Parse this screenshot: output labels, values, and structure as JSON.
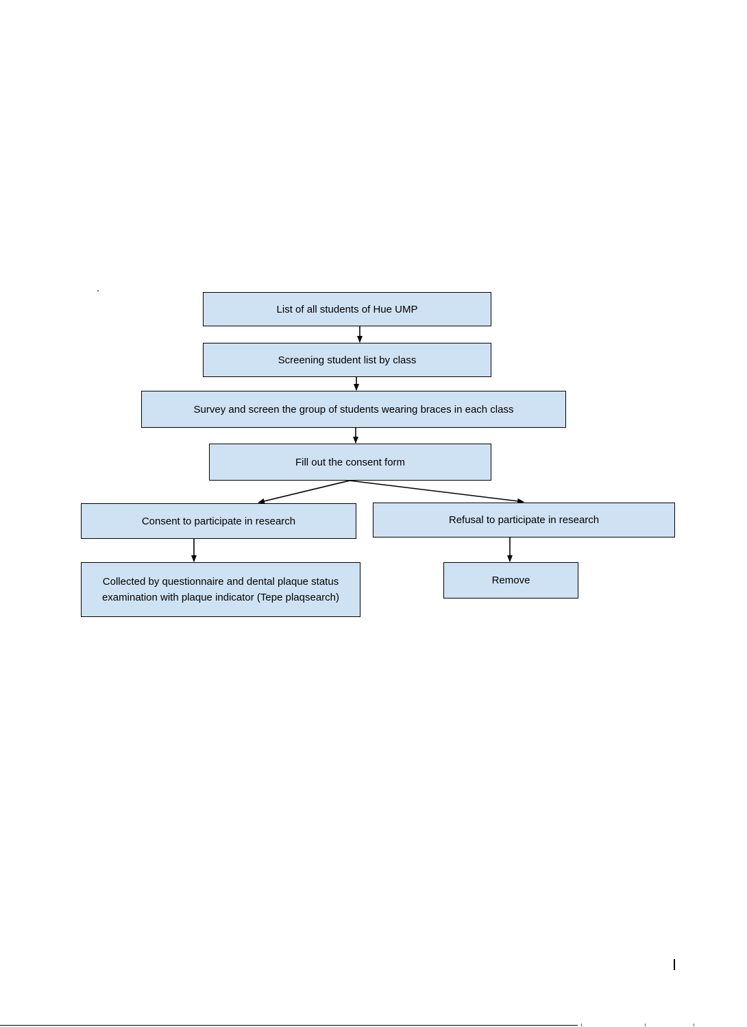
{
  "flowchart": {
    "colors": {
      "box_fill": "#cfe2f3",
      "box_border": "#000000",
      "arrow": "#000000"
    },
    "nodes": {
      "list_all": "List of all students of Hue UMP",
      "screening": "Screening student list by class",
      "survey": "Survey and screen the group of students wearing braces in each class",
      "consent_form": "Fill out the consent form",
      "consent": "Consent to participate in research",
      "refusal": "Refusal to participate in research",
      "collected": "Collected by questionnaire and dental plaque status examination with plaque indicator (Tepe plaqsearch)",
      "remove": "Remove"
    },
    "edges": [
      {
        "from": "list_all",
        "to": "screening"
      },
      {
        "from": "screening",
        "to": "survey"
      },
      {
        "from": "survey",
        "to": "consent_form"
      },
      {
        "from": "consent_form",
        "to": "consent"
      },
      {
        "from": "consent_form",
        "to": "refusal"
      },
      {
        "from": "consent",
        "to": "collected"
      },
      {
        "from": "refusal",
        "to": "remove"
      }
    ]
  },
  "page": {
    "stray_mark": "."
  }
}
